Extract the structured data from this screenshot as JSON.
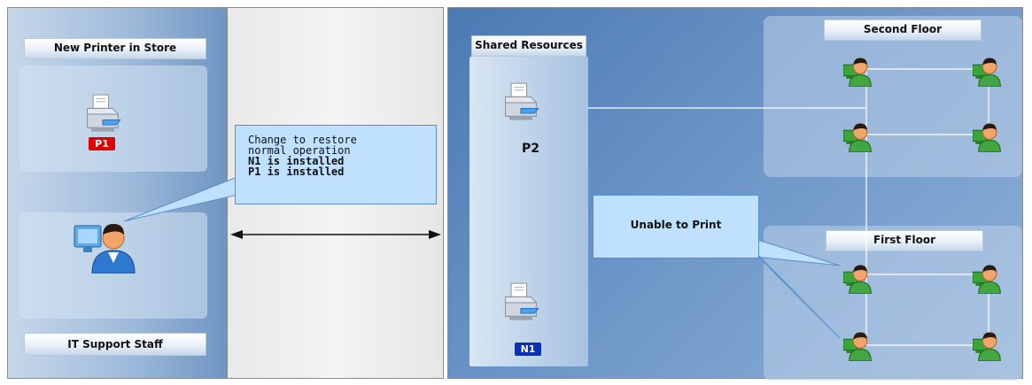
{
  "left_panel": {
    "title": "New Printer in Store",
    "printer_tag": "P1",
    "footer": "IT Support Staff"
  },
  "callout_change": {
    "line1": "Change to restore",
    "line2": "normal operation",
    "line3": "N1 is installed",
    "line4": "P1 is installed"
  },
  "shared": {
    "title": "Shared Resources",
    "printer_top_label": "P2",
    "printer_bottom_tag": "N1"
  },
  "callout_unable": {
    "text": "Unable to Print"
  },
  "second_floor": {
    "title": "Second Floor"
  },
  "first_floor": {
    "title": "First Floor"
  },
  "colors": {
    "tag_red": "#e00000",
    "tag_blue": "#0b2fb8",
    "callout_fill": "#bfe0ff",
    "panel_blue": "#4b7ab3"
  },
  "icons": [
    "printer-icon",
    "it-staff-computer-icon",
    "user-workstation-icon"
  ]
}
